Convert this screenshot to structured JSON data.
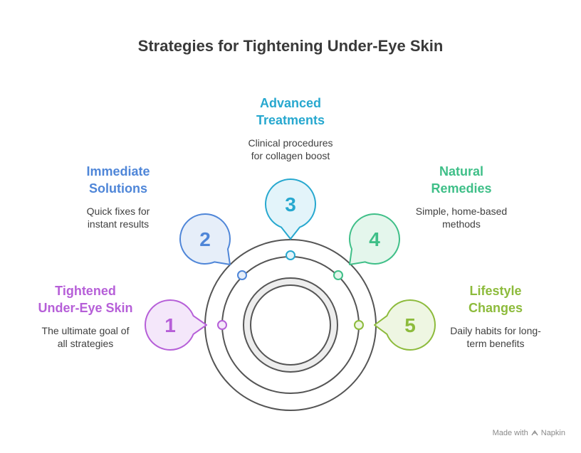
{
  "title": "Strategies for Tightening Under-Eye Skin",
  "items": [
    {
      "number": "1",
      "title": "Tightened\nUnder-Eye Skin",
      "description": "The ultimate goal of\nall strategies",
      "color": "#b65fd8",
      "fill": "#f4e7fa"
    },
    {
      "number": "2",
      "title": "Immediate\nSolutions",
      "description": "Quick fixes for\ninstant results",
      "color": "#4f86d8",
      "fill": "#e6eef9"
    },
    {
      "number": "3",
      "title": "Advanced\nTreatments",
      "description": "Clinical procedures\nfor collagen boost",
      "color": "#27a8cf",
      "fill": "#e3f4fa"
    },
    {
      "number": "4",
      "title": "Natural\nRemedies",
      "description": "Simple, home-based\nmethods",
      "color": "#3fbf88",
      "fill": "#e4f6ec"
    },
    {
      "number": "5",
      "title": "Lifestyle\nChanges",
      "description": "Daily habits for long-\nterm benefits",
      "color": "#8dbb3c",
      "fill": "#eef6e2"
    }
  ],
  "footer": {
    "prefix": "Made with",
    "brand": "Napkin",
    "icon": "napkin-logo-icon"
  }
}
